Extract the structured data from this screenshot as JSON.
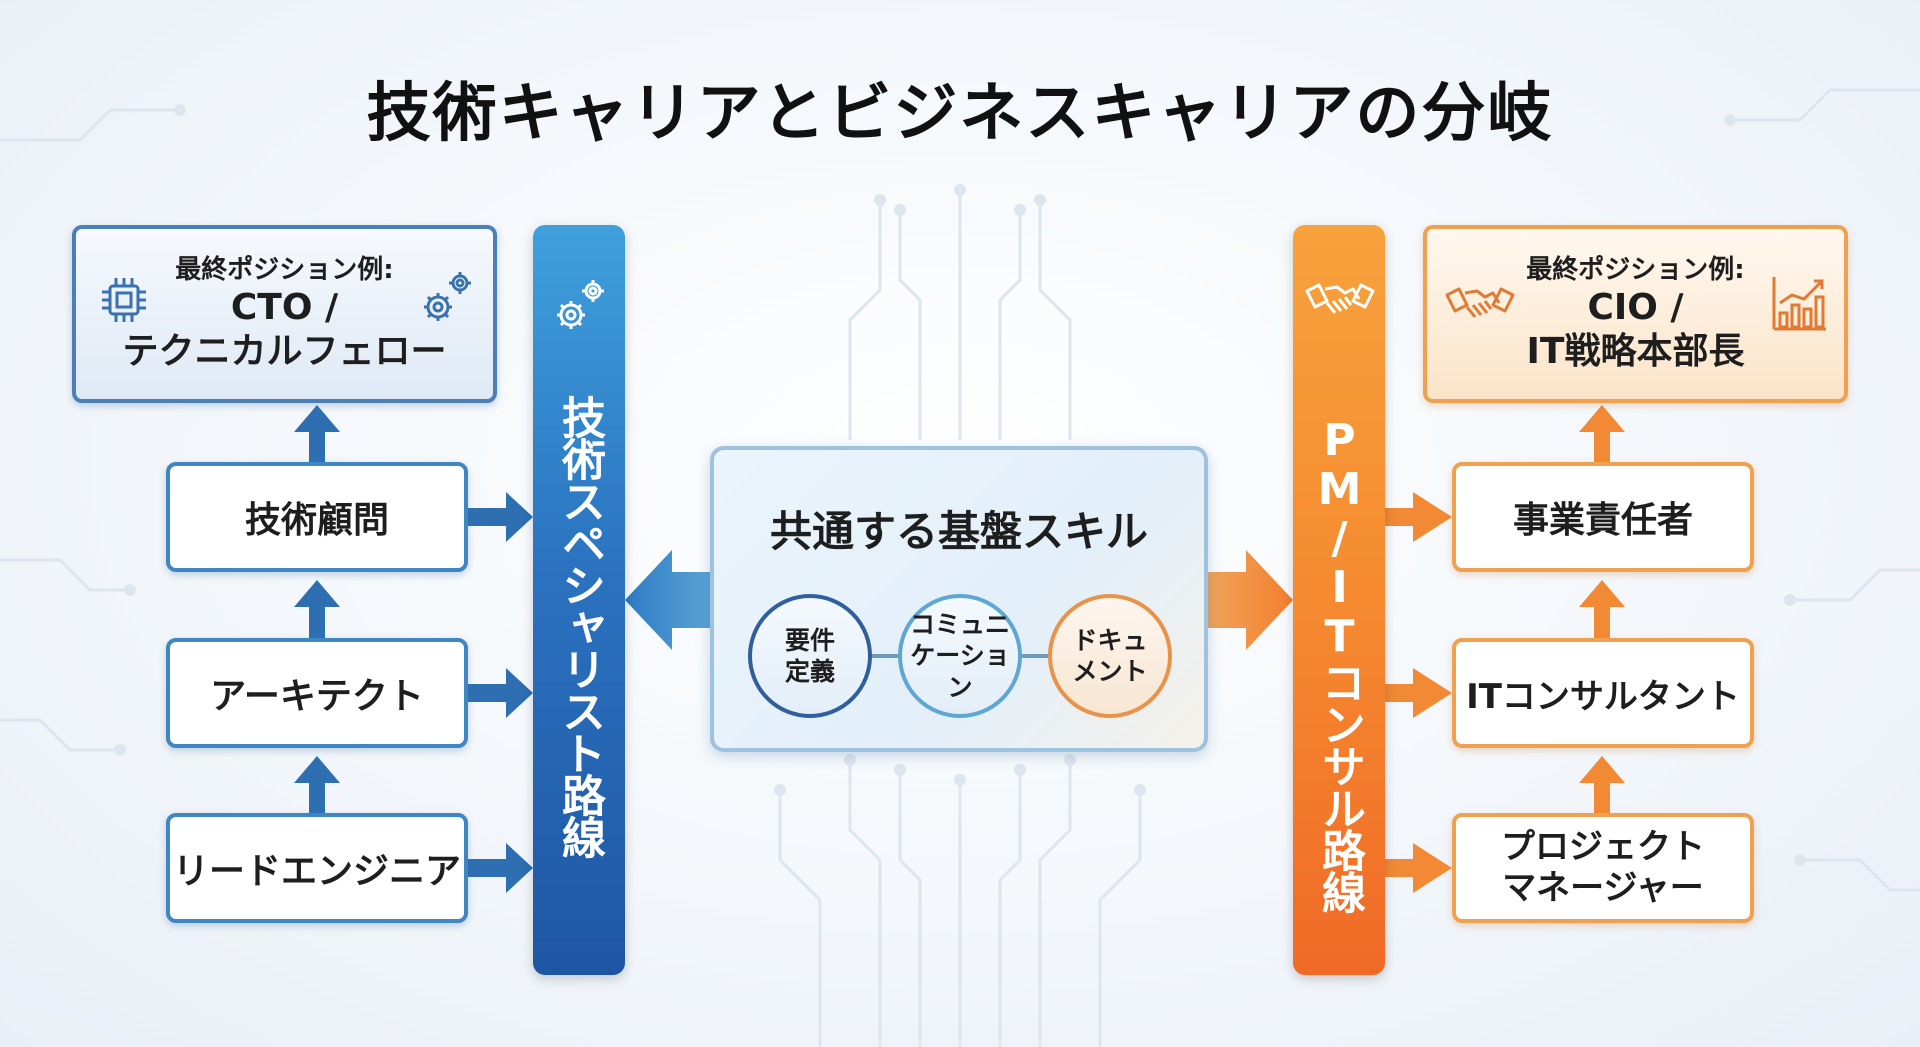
{
  "title": "技術キャリアとビジネスキャリアの分岐",
  "colors": {
    "blue": "#2b73c0",
    "orange": "#f58a30",
    "navy": "#1f56a3"
  },
  "left_path": {
    "column_label": "技術スペシャリスト路線",
    "icon": "gears-icon",
    "final": {
      "label": "最終ポジション例:",
      "line1": "CTO /",
      "line2": "テクニカルフェロー",
      "icons": [
        "chip-icon",
        "gears-icon"
      ]
    },
    "steps": [
      "技術顧問",
      "アーキテクト",
      "リードエンジニア"
    ]
  },
  "right_path": {
    "column_label": "PM/ITコンサル路線",
    "icon": "handshake-icon",
    "final": {
      "label": "最終ポジション例:",
      "line1": "CIO /",
      "line2": "IT戦略本部長",
      "icons": [
        "handshake-icon",
        "growth-chart-icon"
      ]
    },
    "steps": [
      "事業責任者",
      "ITコンサルタント",
      "プロジェクトマネージャー"
    ]
  },
  "center": {
    "title": "共通する基盤スキル",
    "skills": [
      {
        "line1": "要件",
        "line2": "定義"
      },
      {
        "line1": "コミュニ",
        "line2": "ケーション"
      },
      {
        "line1": "ドキュ",
        "line2": "メント"
      }
    ]
  }
}
